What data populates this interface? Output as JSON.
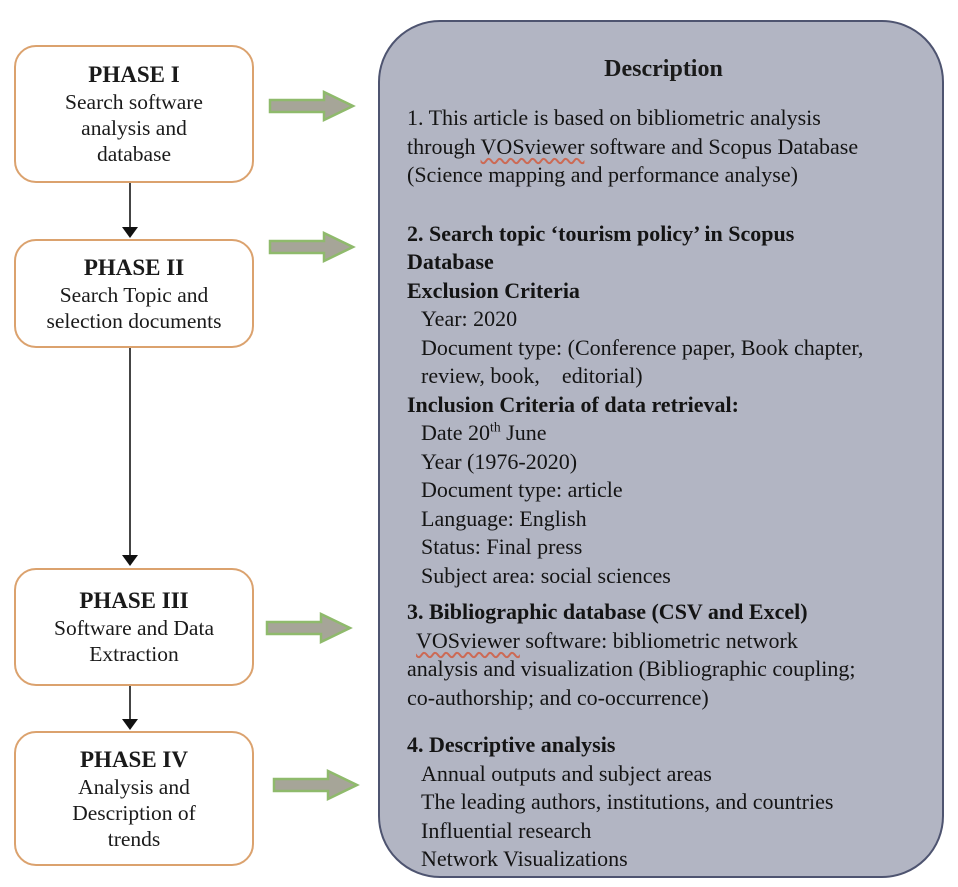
{
  "phases": [
    {
      "title": "PHASE I",
      "lines": [
        "Search software",
        "analysis and",
        "database"
      ]
    },
    {
      "title": "PHASE II",
      "lines": [
        "Search Topic and",
        "selection documents"
      ]
    },
    {
      "title": "PHASE III",
      "lines": [
        "Software and Data",
        "Extraction"
      ]
    },
    {
      "title": "PHASE IV",
      "lines": [
        "Analysis and",
        "Description of",
        "trends"
      ]
    }
  ],
  "panel": {
    "heading": "Description",
    "item1": {
      "line1": "1. This article is based on bibliometric analysis",
      "line2_pre": "through ",
      "line2_vos": "VOSviewer",
      "line2_post": " software and Scopus Database",
      "line3": "(Science mapping and performance analyse)"
    },
    "item2": {
      "heading_line1": "2. Search topic ‘tourism policy’ in Scopus",
      "heading_line2": "Database",
      "exclusion_title": "Exclusion Criteria",
      "exclusion_year": "Year: 2020",
      "exclusion_doc_line1": "Document type: (Conference paper, Book chapter,",
      "exclusion_doc_line2": "review, book,    editorial)",
      "inclusion_title": "Inclusion Criteria of data retrieval:",
      "date_pre": "Date 20",
      "date_sup": "th",
      "date_post": " June",
      "year": "Year (1976-2020)",
      "doc_type": "Document type: article",
      "language": "Language: English",
      "status": "Status: Final press",
      "subject": "Subject area: social sciences"
    },
    "item3": {
      "heading": "3. Bibliographic database (CSV and Excel)",
      "line1_vos": "VOSviewer",
      "line1_post": " software: bibliometric network",
      "line2": "analysis and visualization (Bibliographic coupling;",
      "line3": "co-authorship; and co-occurrence)"
    },
    "item4": {
      "heading": "4. Descriptive analysis",
      "line1": "Annual outputs and subject areas",
      "line2": "The leading authors, institutions, and countries",
      "line3": "Influential research",
      "line4": "Network Visualizations"
    }
  },
  "colors": {
    "phase_box_border": "#dba26e",
    "panel_fill": "#b2b5c3",
    "panel_border": "#4e5470",
    "arrow_fill": "#a6a598",
    "arrow_stroke": "#8fba6c",
    "connector": "#454545",
    "spellcheck_underline": "#cc6a55"
  }
}
